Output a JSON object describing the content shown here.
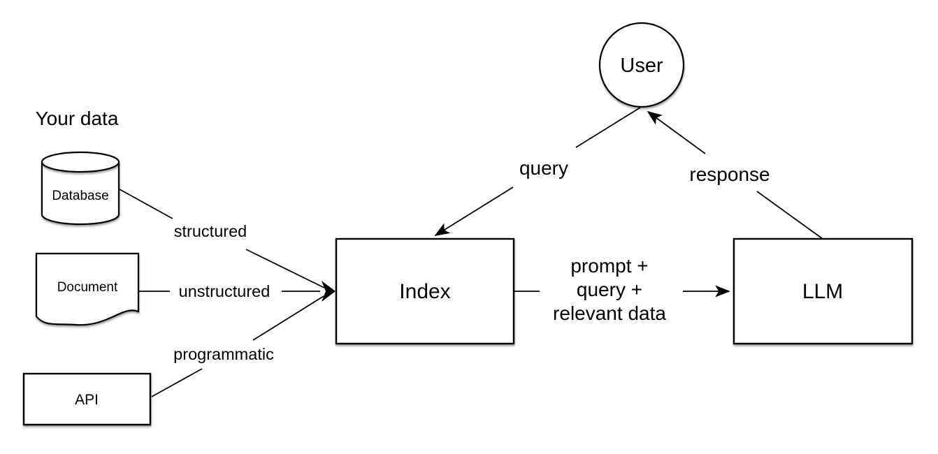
{
  "diagram": {
    "title": "Your data",
    "nodes": {
      "user": "User",
      "database": "Database",
      "document": "Document",
      "api": "API",
      "index": "Index",
      "llm": "LLM"
    },
    "edge_labels": {
      "structured": "structured",
      "unstructured": "unstructured",
      "programmatic": "programmatic",
      "query": "query",
      "response": "response",
      "prompt_line1": "prompt +",
      "prompt_line2": "query +",
      "prompt_line3": "relevant data"
    },
    "colors": {
      "line": "#000000",
      "background": "#ffffff",
      "shape_fill": "#ffffff"
    }
  }
}
